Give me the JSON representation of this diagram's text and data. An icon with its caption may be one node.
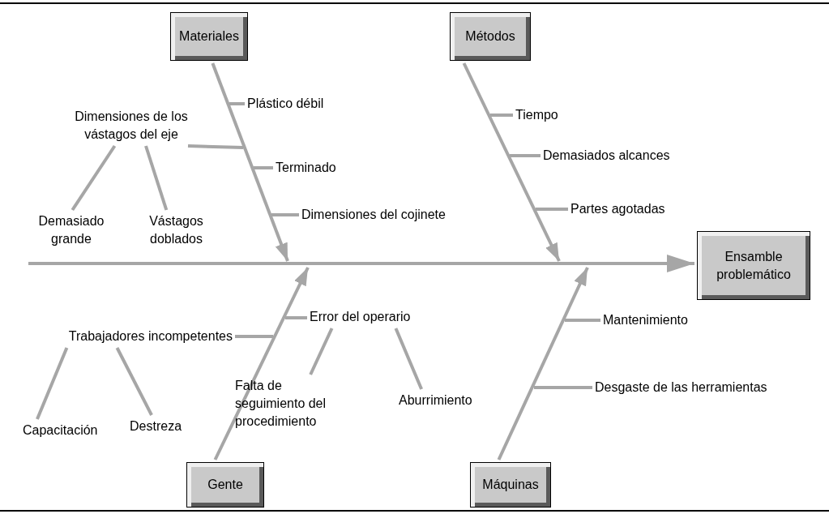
{
  "diagram": {
    "nodes": [
      {
        "text": [
          "Materiales"
        ]
      },
      {
        "text": [
          "Métodos"
        ]
      },
      {
        "text": [
          "Plástico débil"
        ]
      },
      {
        "text": [
          "Tiempo"
        ]
      },
      {
        "text": [
          "Dimensiones de los vástagos del eje"
        ]
      },
      {
        "text": [
          "Terminado"
        ]
      },
      {
        "text": [
          "Demasiados alcances"
        ]
      },
      {
        "text": [
          "Demasiado grande"
        ]
      },
      {
        "text": [
          "Vástagos doblados"
        ]
      },
      {
        "text": [
          "Dimensiones del cojinete"
        ]
      },
      {
        "text": [
          "Partes agotadas"
        ]
      },
      {
        "text": [
          "Ensamble problemático"
        ]
      },
      {
        "text": [
          "Error del operario"
        ]
      },
      {
        "text": [
          "Mantenimiento"
        ]
      },
      {
        "text": [
          "Trabajadores incompetentes"
        ]
      },
      {
        "text": [
          "Falta de seguimiento del procedimiento"
        ]
      },
      {
        "text": [
          "Aburrimiento"
        ]
      },
      {
        "text": [
          "Desgaste de las herramientas"
        ]
      },
      {
        "text": [
          "Capacitación"
        ]
      },
      {
        "text": [
          "Destreza"
        ]
      },
      {
        "text": [
          "Gente"
        ]
      },
      {
        "text": [
          "Máquinas"
        ]
      }
    ],
    "edges": [
      {
        "from": null,
        "to": 11,
        "arrow": "to"
      },
      {
        "from": 0,
        "to": null,
        "arrow": "to"
      },
      {
        "from": 1,
        "to": null,
        "arrow": "to"
      },
      {
        "from": 20,
        "to": null,
        "arrow": "to"
      },
      {
        "from": 21,
        "to": null,
        "arrow": "to"
      },
      {
        "from": 2,
        "to": null,
        "arrow": "none"
      },
      {
        "from": 4,
        "to": null,
        "arrow": "none"
      },
      {
        "from": 5,
        "to": null,
        "arrow": "none"
      },
      {
        "from": 9,
        "to": null,
        "arrow": "none"
      },
      {
        "from": 3,
        "to": null,
        "arrow": "none"
      },
      {
        "from": 6,
        "to": null,
        "arrow": "none"
      },
      {
        "from": 10,
        "to": null,
        "arrow": "none"
      },
      {
        "from": 12,
        "to": null,
        "arrow": "none"
      },
      {
        "from": 14,
        "to": null,
        "arrow": "none"
      },
      {
        "from": 13,
        "to": null,
        "arrow": "none"
      },
      {
        "from": 17,
        "to": null,
        "arrow": "none"
      },
      {
        "from": 7,
        "to": 4,
        "arrow": "none"
      },
      {
        "from": 8,
        "to": 4,
        "arrow": "none"
      },
      {
        "from": 18,
        "to": 14,
        "arrow": "none"
      },
      {
        "from": 19,
        "to": 14,
        "arrow": "none"
      },
      {
        "from": 15,
        "to": 12,
        "arrow": "none"
      },
      {
        "from": 16,
        "to": 12,
        "arrow": "none"
      }
    ]
  }
}
